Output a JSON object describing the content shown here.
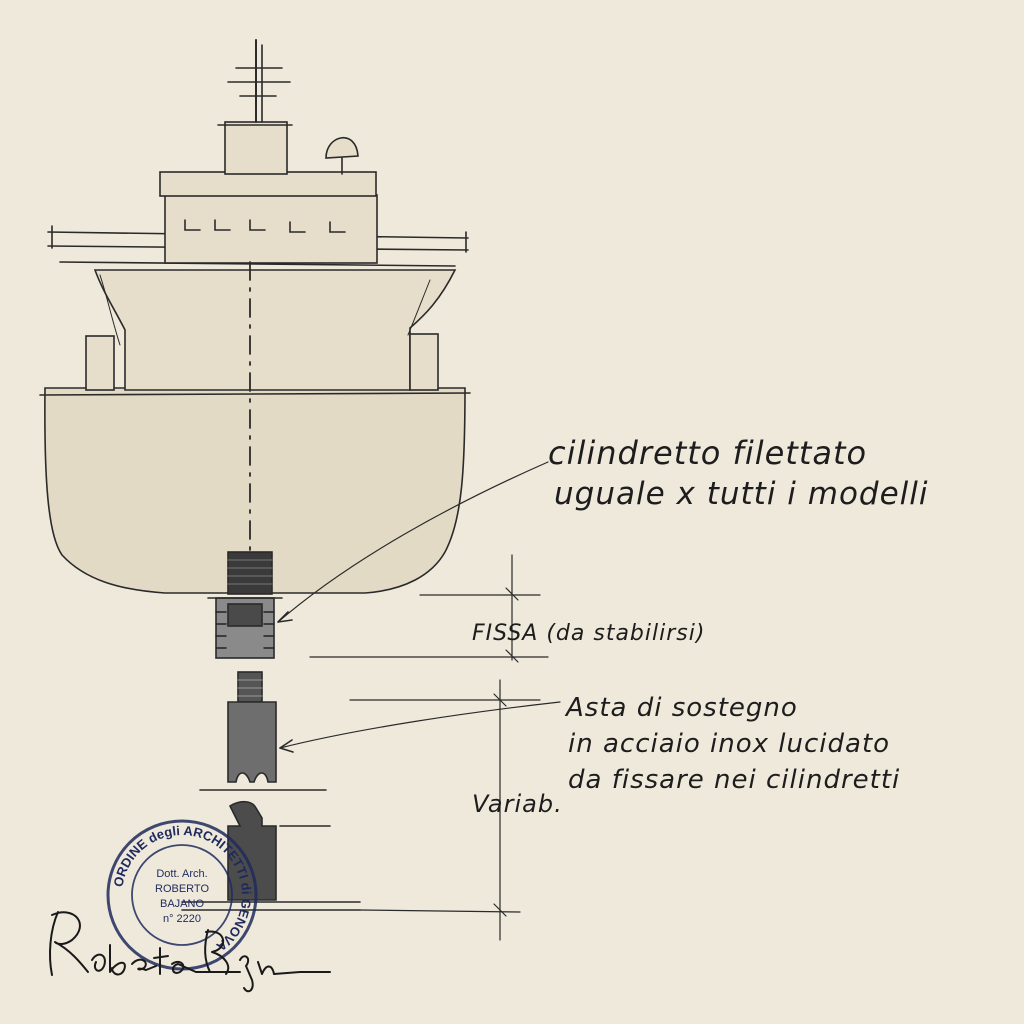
{
  "annotations": {
    "thread_line1": "cilindretto filettato",
    "thread_line2": "uguale x tutti i modelli",
    "fixed_label": "FISSA (da stabilirsi)",
    "rod_line1": "Asta di sostegno",
    "rod_line2": "in acciaio inox lucidato",
    "rod_line3": "da fissare nei cilindretti",
    "variable_label": "Variab."
  },
  "stamp": {
    "ring_text": "ORDINE degli ARCHITETTI di GENOVA",
    "line1": "Dott. Arch.",
    "line2": "ROBERTO",
    "line3": "BAJANO",
    "line4": "n° 2220"
  },
  "signature": "Roberto Bajano",
  "colors": {
    "paper": "#efe9dc",
    "pencil": "#2a2a2a",
    "wash": "#e3dac6",
    "stamp_ink": "#1e2a5c"
  }
}
